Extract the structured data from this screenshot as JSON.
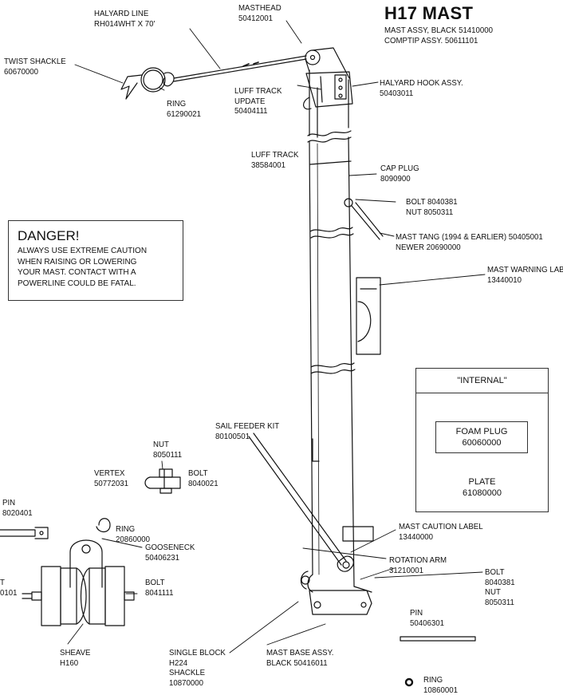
{
  "title": "H17 MAST",
  "subtitle_lines": [
    "MAST ASSY, BLACK  51410000",
    "COMPTIP ASSY.  50611101"
  ],
  "danger": {
    "heading": "DANGER!",
    "lines": [
      "ALWAYS USE EXTREME CAUTION",
      "WHEN RAISING OR LOWERING",
      "YOUR MAST. CONTACT WITH A",
      "POWERLINE COULD BE FATAL."
    ]
  },
  "internal": {
    "title": "\"INTERNAL\"",
    "foam_plug": [
      "FOAM PLUG",
      "60060000"
    ],
    "plate": [
      "PLATE",
      "61080000"
    ]
  },
  "parts": {
    "halyard_line": [
      "HALYARD LINE",
      "RH014WHT X 70'"
    ],
    "masthead": [
      "MASTHEAD",
      "50412001"
    ],
    "twist_shackle": [
      "TWIST SHACKLE",
      "60670000"
    ],
    "ring_top": [
      "RING",
      "61290021"
    ],
    "luff_track_update": [
      "LUFF TRACK",
      "UPDATE",
      "50404111"
    ],
    "halyard_hook": [
      "HALYARD HOOK ASSY.",
      "50403011"
    ],
    "luff_track": [
      "LUFF TRACK",
      "38584001"
    ],
    "cap_plug": [
      "CAP PLUG",
      "8090900"
    ],
    "bolt_nut_upper": [
      "BOLT  8040381",
      "NUT  8050311"
    ],
    "mast_tang": [
      "MAST TANG (1994 & EARLIER) 50405001",
      "NEWER 20690000"
    ],
    "mast_warning_label": [
      "MAST WARNING LABEL",
      "13440010"
    ],
    "sail_feeder_kit": [
      "SAIL FEEDER KIT",
      "80100501"
    ],
    "nut_vertex": [
      "NUT",
      "8050111"
    ],
    "vertex": [
      "VERTEX",
      "50772031"
    ],
    "bolt_vertex": [
      "BOLT",
      "8040021"
    ],
    "pin_left": [
      "PIN",
      "8020401"
    ],
    "ring_middle": [
      "RING",
      "20860000"
    ],
    "gooseneck": [
      "GOOSENECK",
      "50406231"
    ],
    "bolt_gooseneck": [
      "BOLT",
      "8041111"
    ],
    "bolt_cut_left": [
      "T",
      "0101"
    ],
    "sheave": [
      "SHEAVE",
      "H160"
    ],
    "mast_caution_label": [
      "MAST CAUTION LABEL",
      "13440000"
    ],
    "rotation_arm": [
      "ROTATION ARM",
      "31210001"
    ],
    "bolt_nut_lower": [
      "BOLT",
      "8040381",
      "NUT",
      "8050311"
    ],
    "pin_lower": [
      "PIN",
      "50406301"
    ],
    "single_block": [
      "SINGLE BLOCK",
      "H224",
      "SHACKLE",
      "10870000"
    ],
    "mast_base": [
      "MAST BASE ASSY.",
      "BLACK  50416011"
    ],
    "ring_bottom": [
      "RING",
      "10860001"
    ]
  }
}
